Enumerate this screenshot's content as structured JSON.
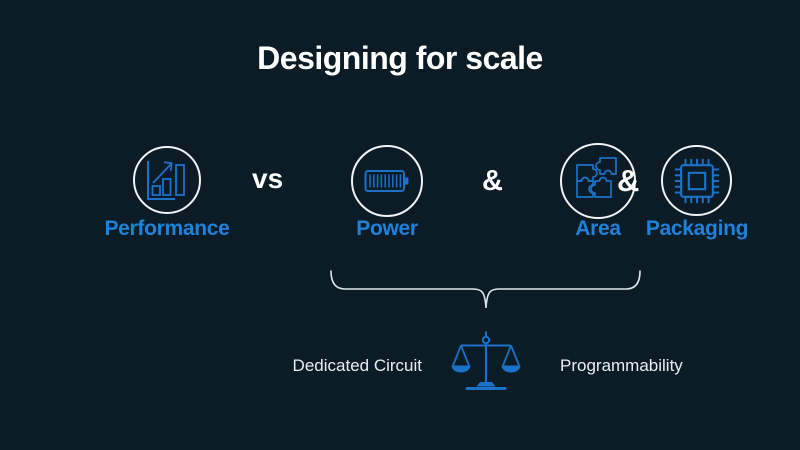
{
  "title": "Designing for scale",
  "connectors": {
    "vs": "vs",
    "amp_power_area": "&",
    "amp_area_packaging": "&"
  },
  "items": [
    {
      "label": "Performance",
      "icon": "bar-chart-growth-icon"
    },
    {
      "label": "Power",
      "icon": "battery-icon"
    },
    {
      "label": "Area",
      "icon": "puzzle-pieces-icon"
    },
    {
      "label": "Packaging",
      "icon": "chip-package-icon"
    }
  ],
  "balance": {
    "left_label": "Dedicated Circuit",
    "right_label": "Programmability",
    "icon": "balance-scale-icon"
  },
  "colors": {
    "bg": "#0c1c27",
    "icon_blue": "#1b72c8",
    "label_blue": "#1f82da",
    "circle_stroke": "#f1f3f4",
    "title_text": "#ffffff",
    "secondary_text": "#e9edef",
    "brace_stroke": "#dde5ea"
  }
}
